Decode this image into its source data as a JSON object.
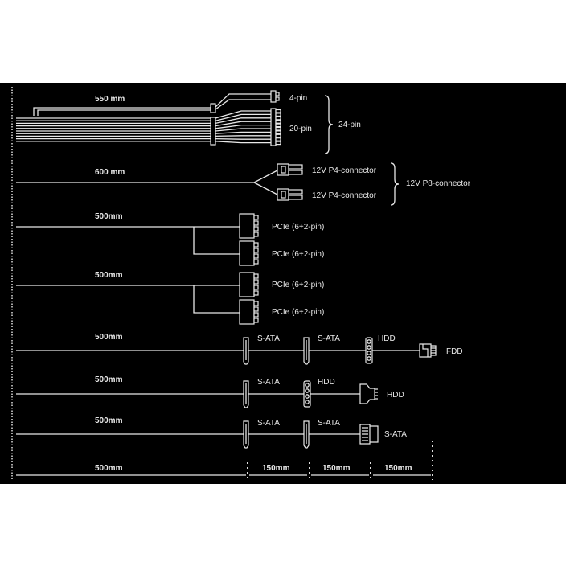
{
  "colors": {
    "background": "#000000",
    "line": "#e8e8e8",
    "page": "#ffffff"
  },
  "atx": {
    "length": "550 mm",
    "pin4": "4-pin",
    "pin20": "20-pin",
    "total": "24-pin"
  },
  "eps": {
    "length": "600 mm",
    "conn1": "12V P4-connector",
    "conn2": "12V P4-connector",
    "total": "12V P8-connector"
  },
  "pcie1": {
    "length": "500mm",
    "conn1": "PCIe (6+2-pin)",
    "conn2": "PCIe (6+2-pin)"
  },
  "pcie2": {
    "length": "500mm",
    "conn1": "PCIe (6+2-pin)",
    "conn2": "PCIe (6+2-pin)"
  },
  "periph1": {
    "length": "500mm",
    "c1": "S-ATA",
    "c2": "S-ATA",
    "c3": "HDD",
    "end": "FDD"
  },
  "periph2": {
    "length": "500mm",
    "c1": "S-ATA",
    "c2": "HDD",
    "end": "HDD"
  },
  "periph3": {
    "length": "500mm",
    "c1": "S-ATA",
    "c2": "S-ATA",
    "end": "S-ATA"
  },
  "ruler": {
    "main": "500mm",
    "seg1": "150mm",
    "seg2": "150mm",
    "seg3": "150mm"
  }
}
